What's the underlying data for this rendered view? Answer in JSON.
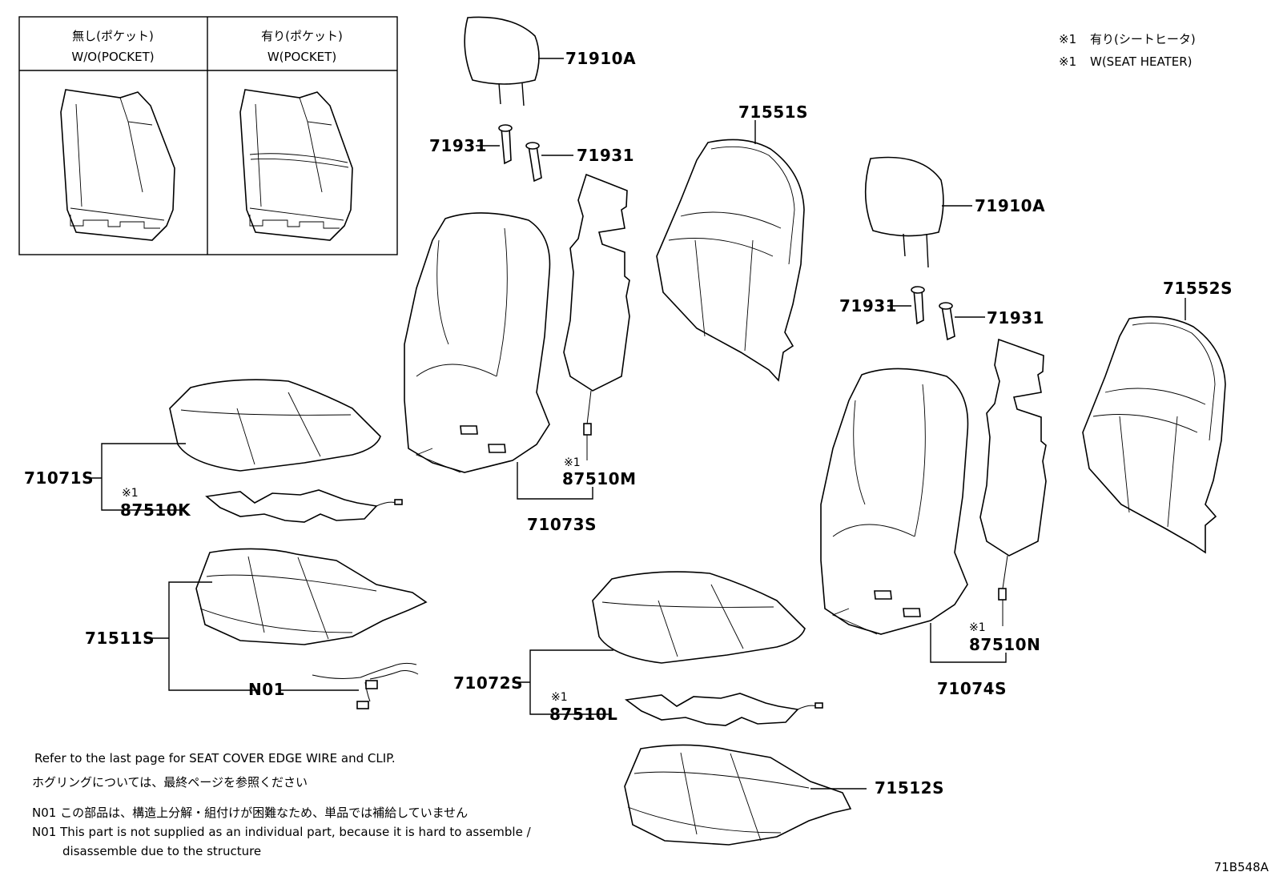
{
  "legend": {
    "without_pocket_jp": "無し(ポケット)",
    "without_pocket_en": "W/O(POCKET)",
    "with_pocket_jp": "有り(ポケット)",
    "with_pocket_en": "W(POCKET)"
  },
  "footnote": {
    "mark": "※1",
    "heater_jp": "有り(シートヒータ)",
    "heater_en": "W(SEAT HEATER)"
  },
  "parts": {
    "headrest_a": "71910A",
    "headrest_b": "71910A",
    "guide_1": "71931",
    "guide_2": "71931",
    "guide_3": "71931",
    "guide_4": "71931",
    "back_cover_l": "71551S",
    "back_cover_r": "71552S",
    "cushion_l": "71071S",
    "cushion_r": "71072S",
    "back_l": "71073S",
    "back_r": "71074S",
    "heater_k": "87510K",
    "heater_l": "87510L",
    "heater_m": "87510M",
    "heater_n": "87510N",
    "cushion_cover_l": "71511S",
    "cushion_cover_r": "71512S",
    "n01": "N01"
  },
  "notes": {
    "line1": "Refer to the last page for SEAT COVER EDGE WIRE and CLIP.",
    "line2": "ホグリングについては、最終ページを参照ください",
    "line3": "N01 この部品は、構造上分解・組付けが困難なため、単品では補給していません",
    "line4": "N01 This part is not supplied as an individual part, because it is hard to assemble /",
    "line5": "disassemble due to the structure"
  },
  "figure_id": "71B548A"
}
